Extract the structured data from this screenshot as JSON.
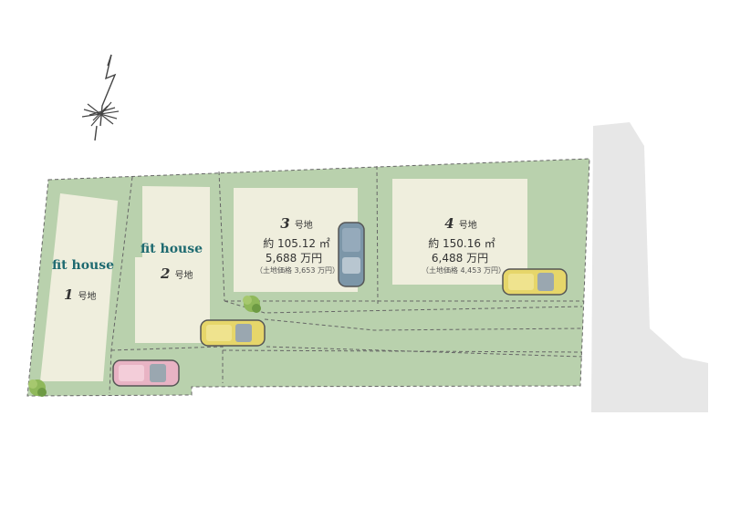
{
  "colors": {
    "lot_green": "#b9d1ad",
    "building_cream": "#efeedd",
    "road_gray": "#e7e7e7",
    "fit_house_text": "#1e6a70",
    "car_yellow": "#e6d66a",
    "car_pink": "#e8b3c4",
    "car_blue": "#7c96a8",
    "tree_green": "#8fb85a"
  },
  "lots": [
    {
      "id": "lot-1",
      "number": "1",
      "suffix": "号地",
      "brand": "fit house"
    },
    {
      "id": "lot-2",
      "number": "2",
      "suffix": "号地",
      "brand": "fit house"
    },
    {
      "id": "lot-3",
      "number": "3",
      "suffix": "号地",
      "area": "約 105.12 ㎡",
      "price": "5,688 万円",
      "land_price": "（土地価格 3,653 万円）"
    },
    {
      "id": "lot-4",
      "number": "4",
      "suffix": "号地",
      "area": "約 150.16 ㎡",
      "price": "6,488 万円",
      "land_price": "（土地価格 4,453 万円）"
    }
  ],
  "icons": {
    "compass": "north-arrow-compass-icon",
    "car": "car-icon",
    "tree": "tree-icon"
  }
}
